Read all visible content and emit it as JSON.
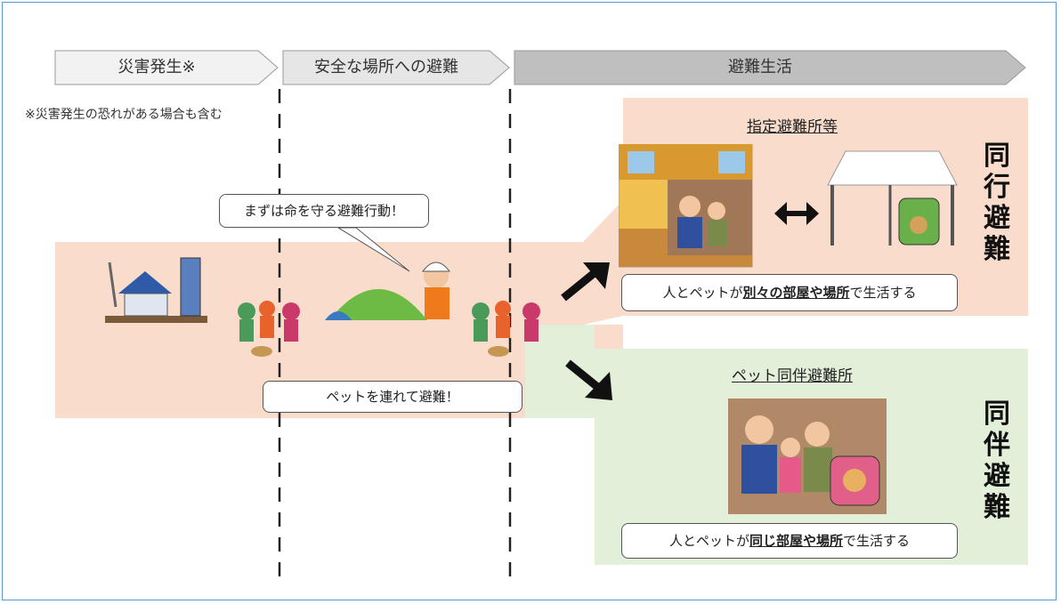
{
  "stages": [
    {
      "label": "災害発生※"
    },
    {
      "label": "安全な場所への避難"
    },
    {
      "label": "避難生活"
    }
  ],
  "footnote": "※災害発生の恐れがある場合も含む",
  "speech_bubble": "まずは命を守る避難行動！",
  "pet_bubble": "ペットを連れて避難！",
  "shelter_top": {
    "title": "指定避難所等",
    "caption_pre": "人とペットが",
    "caption_bold": "別々の部屋や場所",
    "caption_post": "で生活する",
    "side_label": [
      "同",
      "行",
      "避",
      "難"
    ]
  },
  "shelter_bottom": {
    "title": "ペット同伴避難所",
    "caption_pre": "人とペットが",
    "caption_bold": "同じ部屋や場所",
    "caption_post": "で生活する",
    "side_label": [
      "同",
      "伴",
      "避",
      "難"
    ]
  },
  "colors": {
    "peach": "#f9dccb",
    "green": "#e2efd9",
    "stage_light": "#f2f2f2",
    "stage_dark": "#bfbfbf",
    "border": "#5b9bd5"
  },
  "icons": [
    "house-collapsed-icon",
    "family-walking-icon",
    "hill-evacuation-icon",
    "gym-shelter-icon",
    "tent-shelter-icon",
    "double-arrow-icon",
    "family-with-pet-icon"
  ]
}
